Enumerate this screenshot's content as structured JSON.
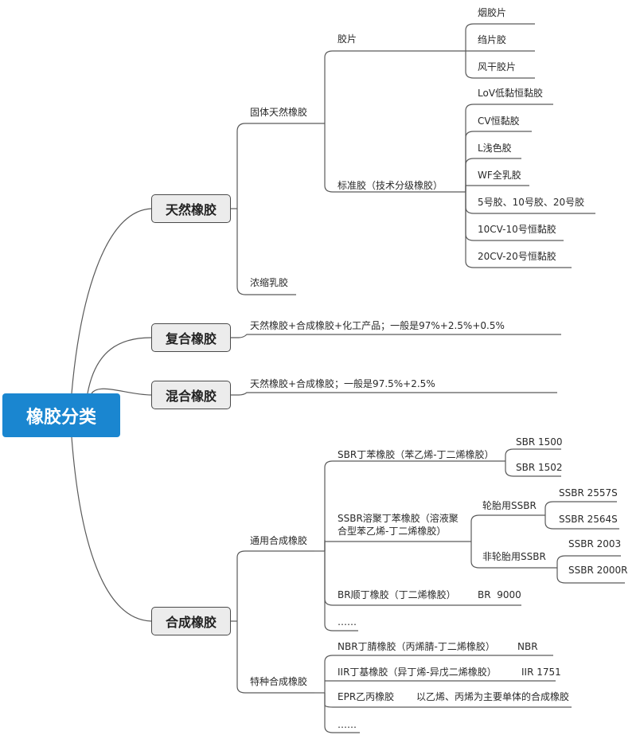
{
  "root": "橡胶分类",
  "categories": {
    "natural": "天然橡胶",
    "composite": "复合橡胶",
    "mixed": "混合橡胶",
    "synthetic": "合成橡胶"
  },
  "natural": {
    "solid": "固体天然橡胶",
    "sheet": "胶片",
    "sheet_items": [
      "烟胶片",
      "绉片胶",
      "风干胶片"
    ],
    "standard": "标准胶（技术分级橡胶）",
    "standard_items": [
      "LoV低黏恒黏胶",
      "CV恒黏胶",
      "L浅色胶",
      "WF全乳胶",
      "5号胶、10号胶、20号胶",
      "10CV-10号恒黏胶",
      "20CV-20号恒黏胶"
    ],
    "latex": "浓缩乳胶"
  },
  "composite_desc": "天然橡胶+合成橡胶+化工产品；一般是97%+2.5%+0.5%",
  "mixed_desc": "天然橡胶+合成橡胶；一般是97.5%+2.5%",
  "synthetic": {
    "general": "通用合成橡胶",
    "sbr": "SBR丁苯橡胶（苯乙烯-丁二烯橡胶）",
    "sbr_items": [
      "SBR 1500",
      "SBR 1502"
    ],
    "ssbr_line1": "SSBR溶聚丁苯橡胶（溶液聚",
    "ssbr_line2": "合型苯乙烯-丁二烯橡胶）",
    "tire": "轮胎用SSBR",
    "tire_items": [
      "SSBR 2557S",
      "SSBR 2564S"
    ],
    "nontire": "非轮胎用SSBR",
    "nontire_items": [
      "SSBR 2003",
      "SSBR 2000R"
    ],
    "br": "BR顺丁橡胶（丁二烯橡胶）",
    "br_item": "BR  9000",
    "general_more": "……",
    "special": "特种合成橡胶",
    "nbr": "NBR丁腈橡胶（丙烯腈-丁二烯橡胶）",
    "nbr_item": "NBR",
    "iir": "IIR丁基橡胶（异丁烯-异戊二烯橡胶）",
    "iir_item": "IIR 1751",
    "epr": "EPR乙丙橡胶",
    "epr_item": "以乙烯、丙烯为主要单体的合成橡胶",
    "special_more": "……"
  }
}
